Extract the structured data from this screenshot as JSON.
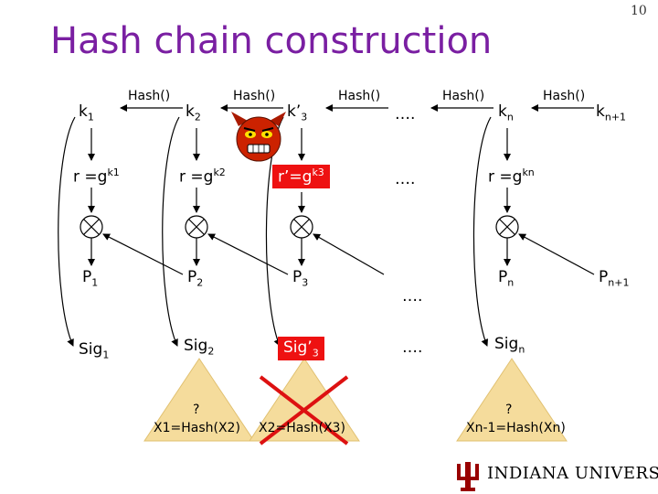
{
  "page_number": "10",
  "title": "Hash chain construction",
  "hash_label": "Hash()",
  "ellipsis": "….",
  "keys": [
    {
      "base": "k",
      "sub": "1"
    },
    {
      "base": "k",
      "sub": "2"
    },
    {
      "base": "k’",
      "sub": "3"
    },
    {
      "base": "k",
      "sub": "n"
    },
    {
      "base": "k",
      "sub": "n+1"
    }
  ],
  "r_values": [
    {
      "prefix": "r =g",
      "sup": "k1"
    },
    {
      "prefix": "r =g",
      "sup": "k2"
    },
    {
      "prefix": "r’=g",
      "sup": "k3"
    },
    {
      "prefix": "r =g",
      "sup": "kn"
    }
  ],
  "p_values": [
    {
      "base": "P",
      "sub": "1"
    },
    {
      "base": "P",
      "sub": "2"
    },
    {
      "base": "P",
      "sub": "3"
    },
    {
      "base": "P",
      "sub": "n"
    },
    {
      "base": "P",
      "sub": "n+1"
    }
  ],
  "sig_values": [
    {
      "base": "Sig",
      "sub": "1"
    },
    {
      "base": "Sig",
      "sub": "2"
    },
    {
      "base": "Sig’",
      "sub": "3"
    },
    {
      "base": "Sig",
      "sub": "n"
    }
  ],
  "triangles": [
    {
      "question": "?",
      "text": "X1=Hash(X2)"
    },
    {
      "question": "",
      "text": "X2=Hash(X3)"
    },
    {
      "question": "?",
      "text": "Xn-1=Hash(Xn)"
    }
  ],
  "logo": {
    "text": "INDIANA UNIVERSITY",
    "color": "#990000"
  },
  "colors": {
    "title": "#7a1fa2",
    "highlight": "#ee1111",
    "triangle": "#f5dc9c",
    "devil": "#cc2200"
  }
}
